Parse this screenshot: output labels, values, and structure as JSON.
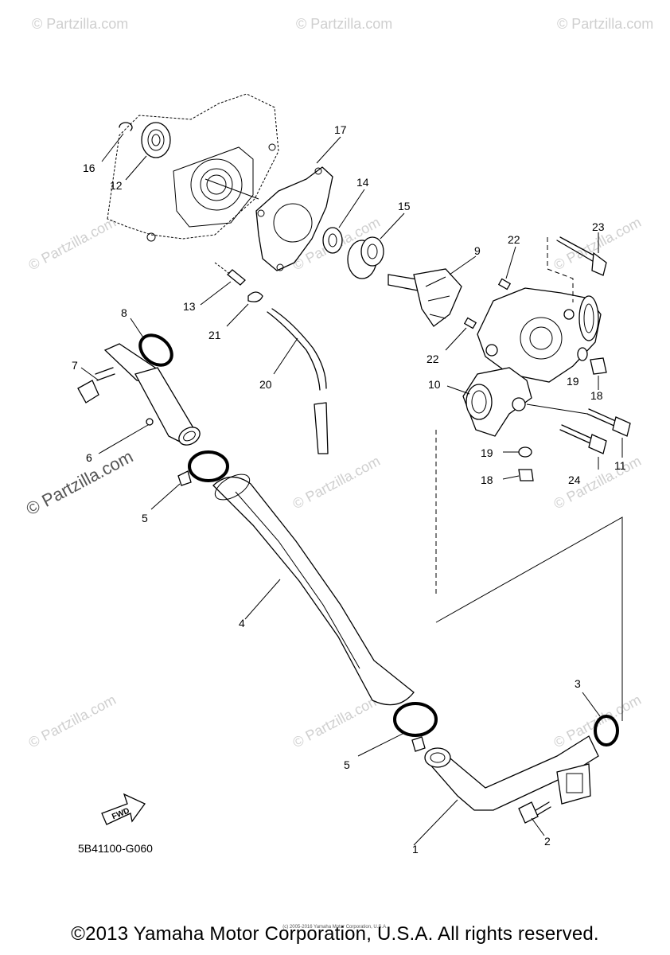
{
  "watermark": {
    "small_text": "© Partzilla.com",
    "large_text": "© Partzilla.com"
  },
  "callouts": {
    "c1": "1",
    "c2": "2",
    "c3": "3",
    "c4": "4",
    "c5a": "5",
    "c5b": "5",
    "c6": "6",
    "c7": "7",
    "c8": "8",
    "c9": "9",
    "c10": "10",
    "c11": "11",
    "c12": "12",
    "c13": "13",
    "c14": "14",
    "c15": "15",
    "c16": "16",
    "c17": "17",
    "c18a": "18",
    "c18b": "18",
    "c19a": "19",
    "c19b": "19",
    "c20": "20",
    "c21": "21",
    "c22a": "22",
    "c22b": "22",
    "c23": "23",
    "c24": "24"
  },
  "fwd_label": "FWD",
  "diagram_code": "5B41100-G060",
  "small_note": "(c) 2005-2016 Yamaha Motor Corporation, U.S.A.",
  "copyright": "©2013 Yamaha Motor Corporation, U.S.A. All rights reserved."
}
